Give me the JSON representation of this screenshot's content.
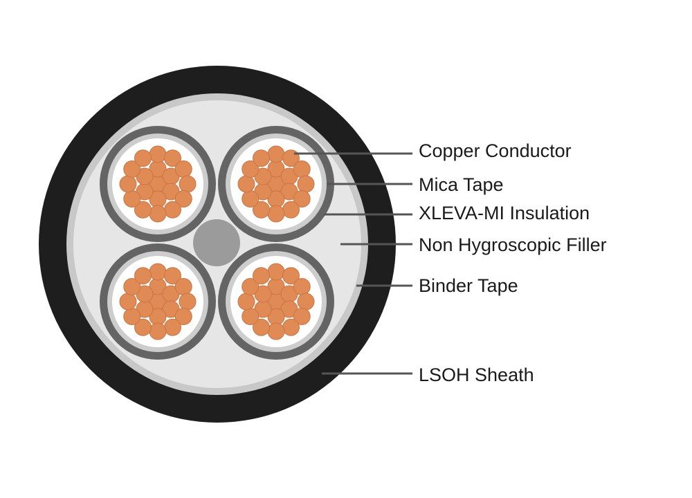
{
  "labels": {
    "copper_conductor": "Copper Conductor",
    "mica_tape": "Mica Tape",
    "insulation": "XLEVA-MI Insulation",
    "filler": "Non Hygroscopic Filler",
    "binder_tape": "Binder Tape",
    "sheath": "LSOH Sheath"
  },
  "colors": {
    "sheath": "#1e1e1e",
    "binder_tape": "#c8c8c8",
    "filler": "#e6e6e6",
    "insulation_ring": "#646464",
    "mica_tape": "#cdcdcd",
    "conductor_bg": "#ffffff",
    "copper_strand": "#e08a55",
    "copper_strand_edge": "#c97545",
    "center_filler": "#9b9b9b",
    "leader_line": "#555555"
  }
}
